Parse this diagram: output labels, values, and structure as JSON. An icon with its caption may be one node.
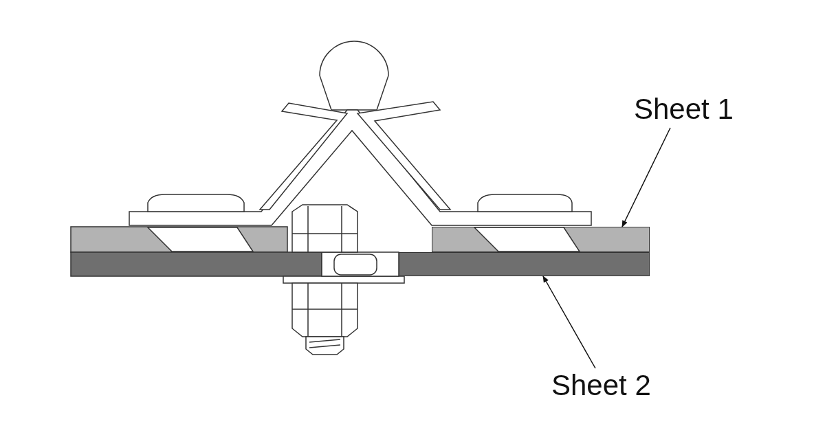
{
  "diagram": {
    "nodes": [
      {
        "text": [
          "Sheet 1"
        ]
      },
      {
        "text": [
          "Sheet 2"
        ]
      },
      {
        "text": [],
        "shape": "bar"
      },
      {
        "text": [],
        "shape": "bar"
      }
    ],
    "edges": [
      {
        "from": 0,
        "to": 2,
        "arrow": "to"
      },
      {
        "from": 1,
        "to": 3,
        "arrow": "to"
      }
    ]
  }
}
